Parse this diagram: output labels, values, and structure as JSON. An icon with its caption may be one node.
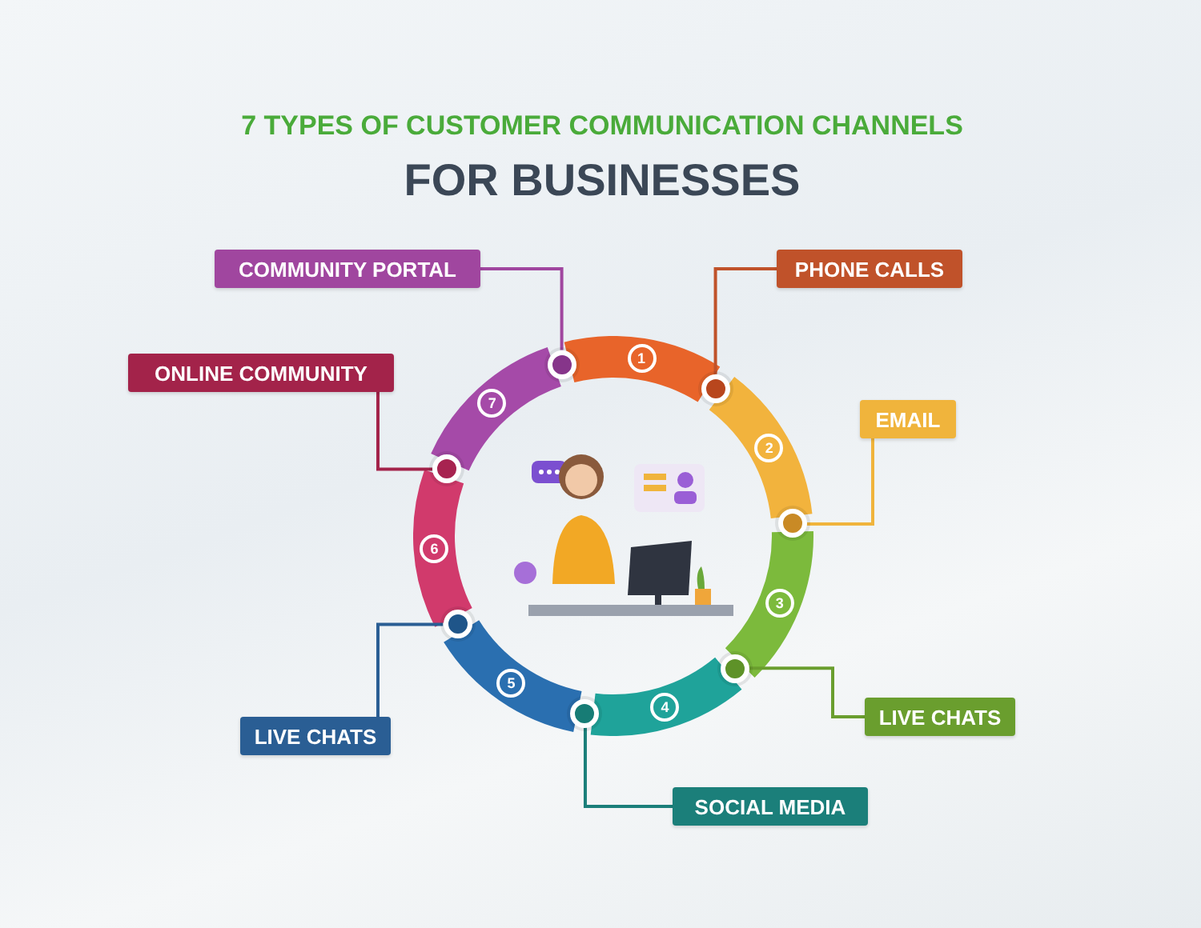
{
  "diagram": {
    "title": "7 TYPES OF CUSTOMER COMMUNICATION CHANNELS FOR BUSINESSES",
    "nodes": [
      {
        "text": [
          "COMMUNITY PORTAL"
        ]
      },
      {
        "text": [
          "PHONE CALLS"
        ]
      },
      {
        "text": [
          "ONLINE COMMUNITY"
        ]
      },
      {
        "text": [
          "EMAIL"
        ]
      },
      {
        "text": [
          "LIVE CHATS"
        ]
      },
      {
        "text": [
          "LIVE CHATS"
        ]
      },
      {
        "text": [
          "SOCIAL MEDIA"
        ]
      },
      {
        "text": [
          "1"
        ]
      },
      {
        "text": [
          "2"
        ]
      },
      {
        "text": [
          "3"
        ]
      },
      {
        "text": [
          "4"
        ]
      },
      {
        "text": [
          "5"
        ]
      },
      {
        "text": [
          "6"
        ]
      },
      {
        "text": [
          "7"
        ]
      },
      {
        "text": [],
        "shape": "circle"
      },
      {
        "text": [],
        "shape": "circle"
      },
      {
        "text": [],
        "shape": "circle"
      },
      {
        "text": [],
        "shape": "circle"
      },
      {
        "text": [],
        "shape": "circle"
      },
      {
        "text": [],
        "shape": "circle"
      },
      {
        "text": [],
        "shape": "circle"
      }
    ],
    "edges": [
      {
        "from": 0,
        "to": 20,
        "arrow": "none",
        "color": "#a0469f"
      },
      {
        "from": 1,
        "to": 14,
        "arrow": "none",
        "color": "#c0522a"
      },
      {
        "from": 2,
        "to": 19,
        "arrow": "none",
        "color": "#a3234a"
      },
      {
        "from": 3,
        "to": 15,
        "arrow": "none",
        "color": "#f0b43c"
      },
      {
        "from": 4,
        "to": 16,
        "arrow": "none",
        "color": "#6a9e2e"
      },
      {
        "from": 5,
        "to": 18,
        "arrow": "none",
        "color": "#2a5e94"
      },
      {
        "from": 6,
        "to": 17,
        "arrow": "none",
        "color": "#1b7f7a"
      }
    ]
  }
}
